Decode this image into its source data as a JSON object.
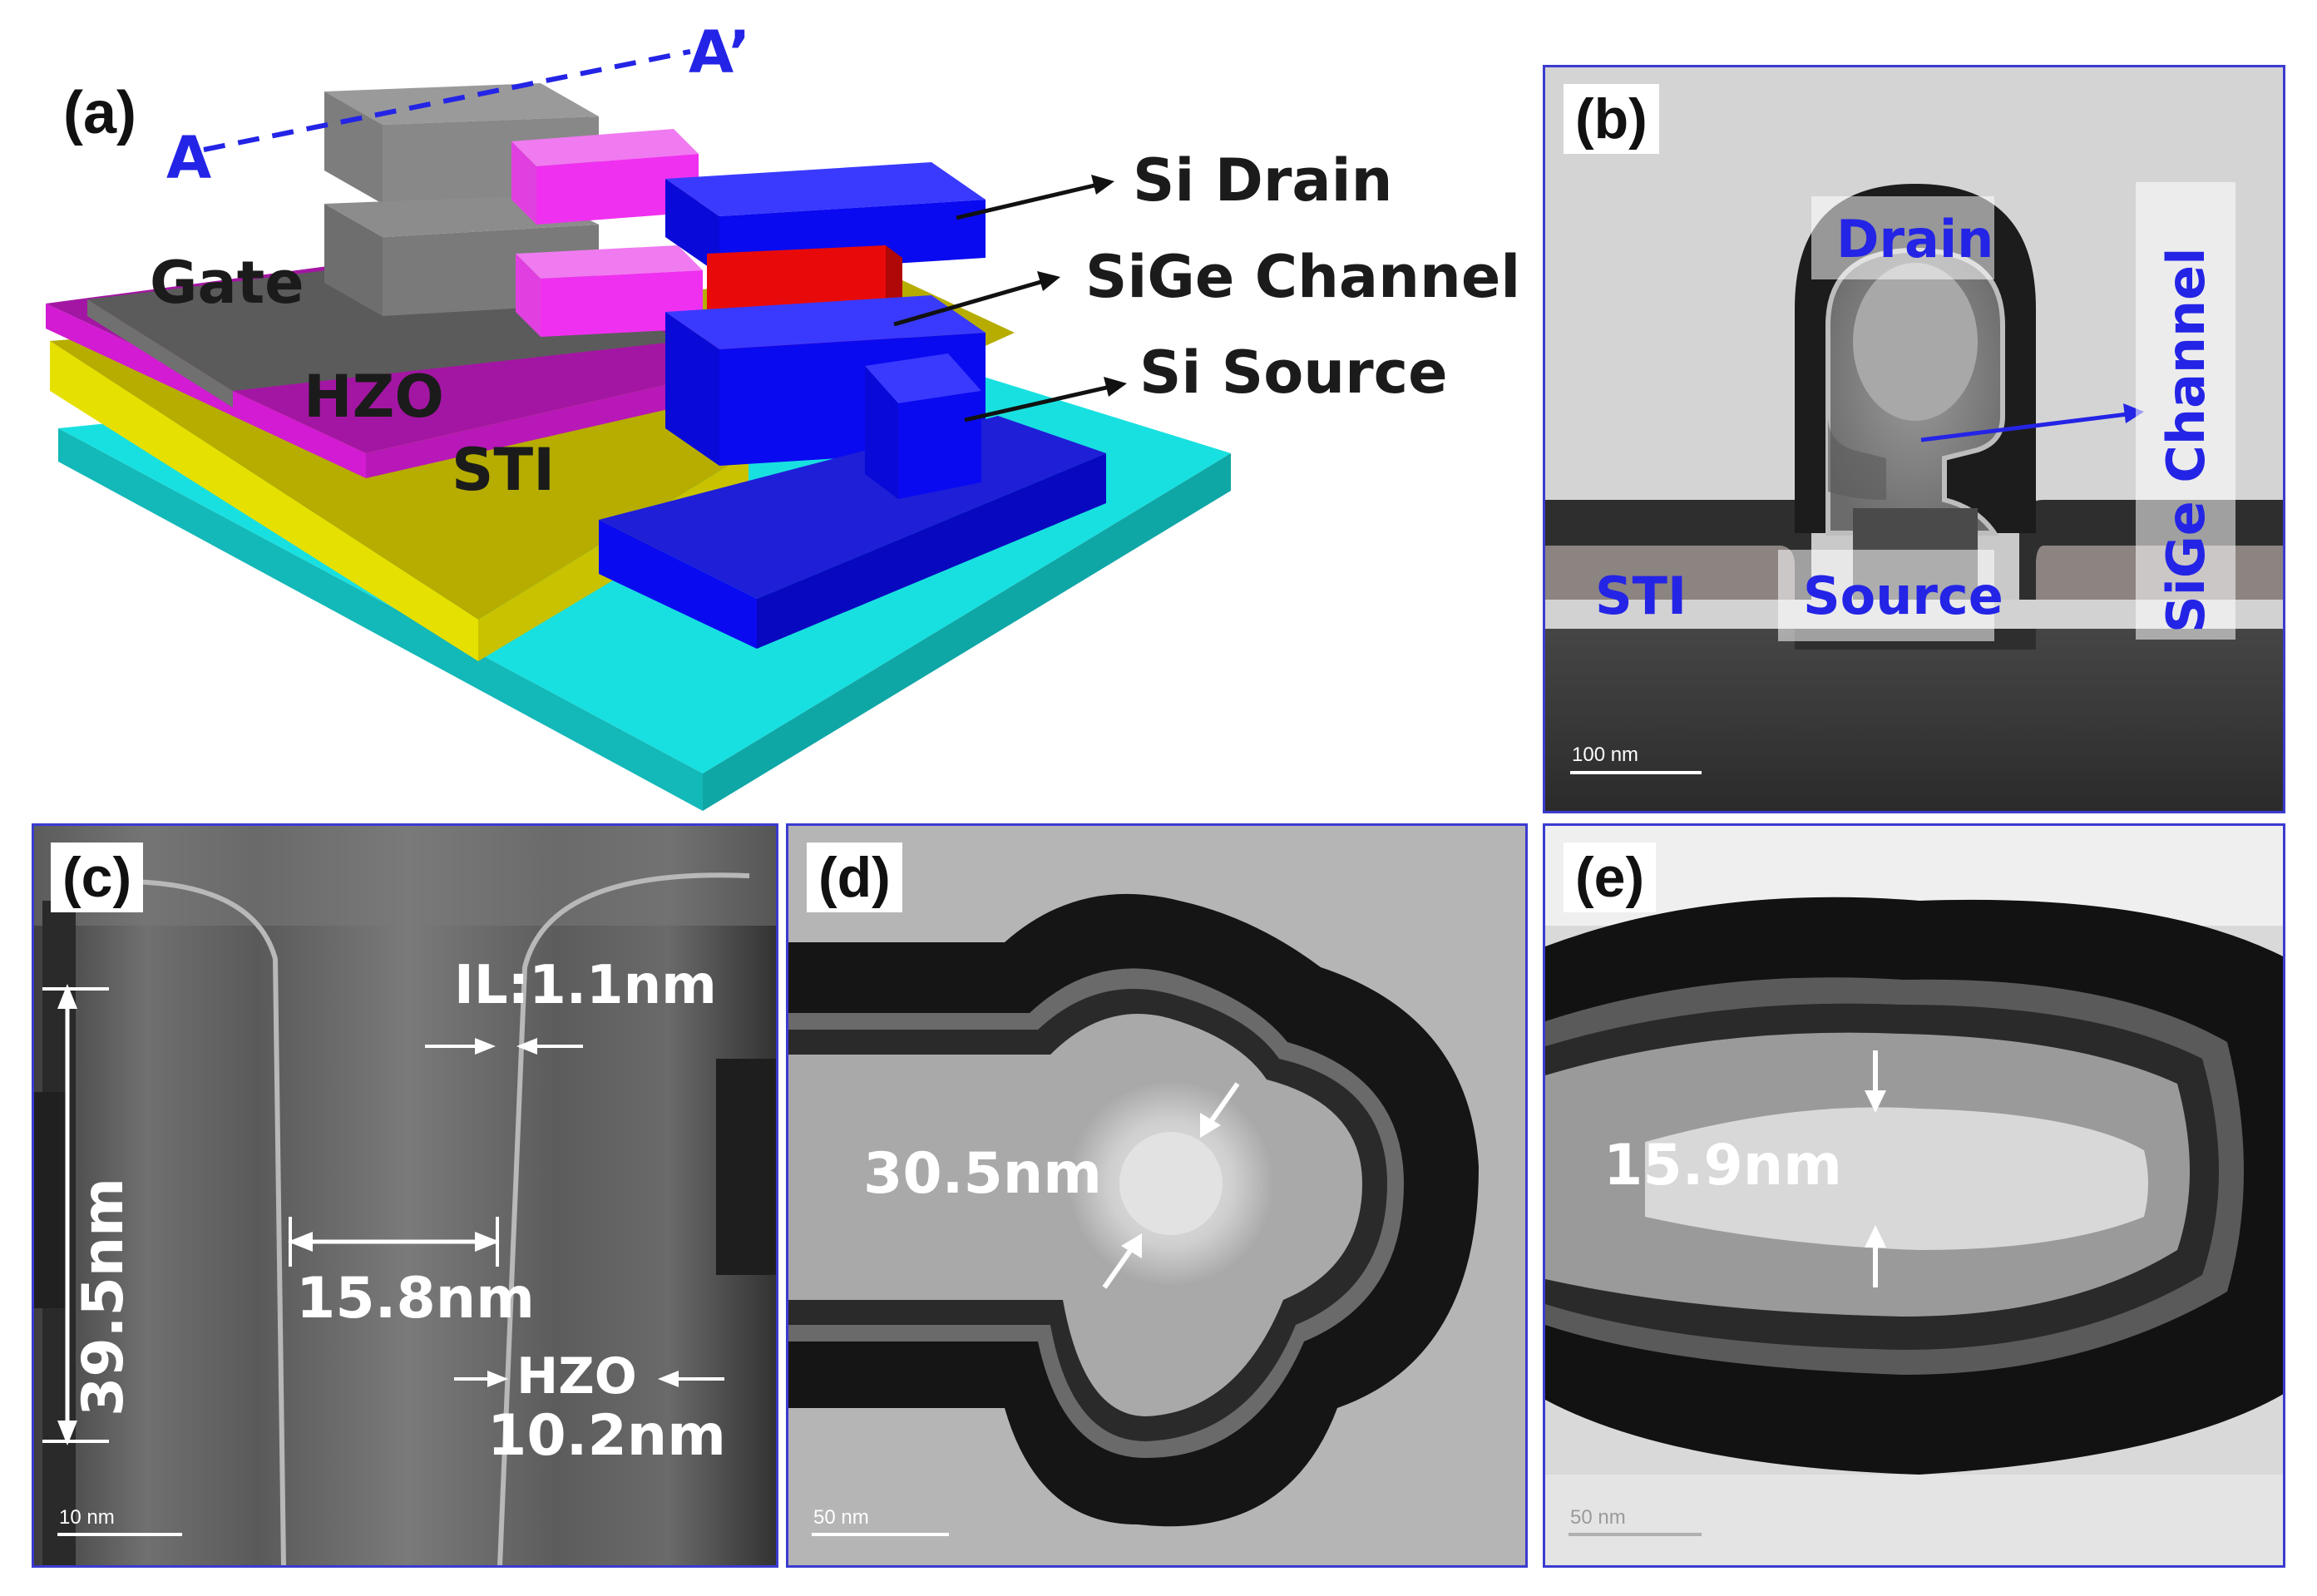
{
  "panel_a": {
    "tag": "(a)",
    "cut_start": "A",
    "cut_end": "A’",
    "labels": {
      "gate": "Gate",
      "hzo": "HZO",
      "sti": "STI",
      "si_drain": "Si Drain",
      "sige_channel": "SiGe Channel",
      "si_source": "Si Source"
    },
    "colors": {
      "substrate": "#19e0e0",
      "sti": "#e6e000",
      "hzo": "#d21bd2",
      "gate": "#6f6f6f",
      "silicon": "#0a0ae6",
      "sige": "#e80a0a"
    }
  },
  "panel_b": {
    "tag": "(b)",
    "drain": "Drain",
    "source": "Source",
    "sti": "STI",
    "sige_channel": "SiGe Channel",
    "scale": "100 nm"
  },
  "panel_c": {
    "tag": "(c)",
    "height": "39.5nm",
    "il": "IL:1.1nm",
    "width": "15.8nm",
    "hzo": "HZO",
    "hzo_thickness": "10.2nm",
    "scale": "10 nm"
  },
  "panel_d": {
    "tag": "(d)",
    "diameter": "30.5nm",
    "scale": "50 nm"
  },
  "panel_e": {
    "tag": "(e)",
    "thickness": "15.9nm",
    "scale": "50 nm"
  }
}
